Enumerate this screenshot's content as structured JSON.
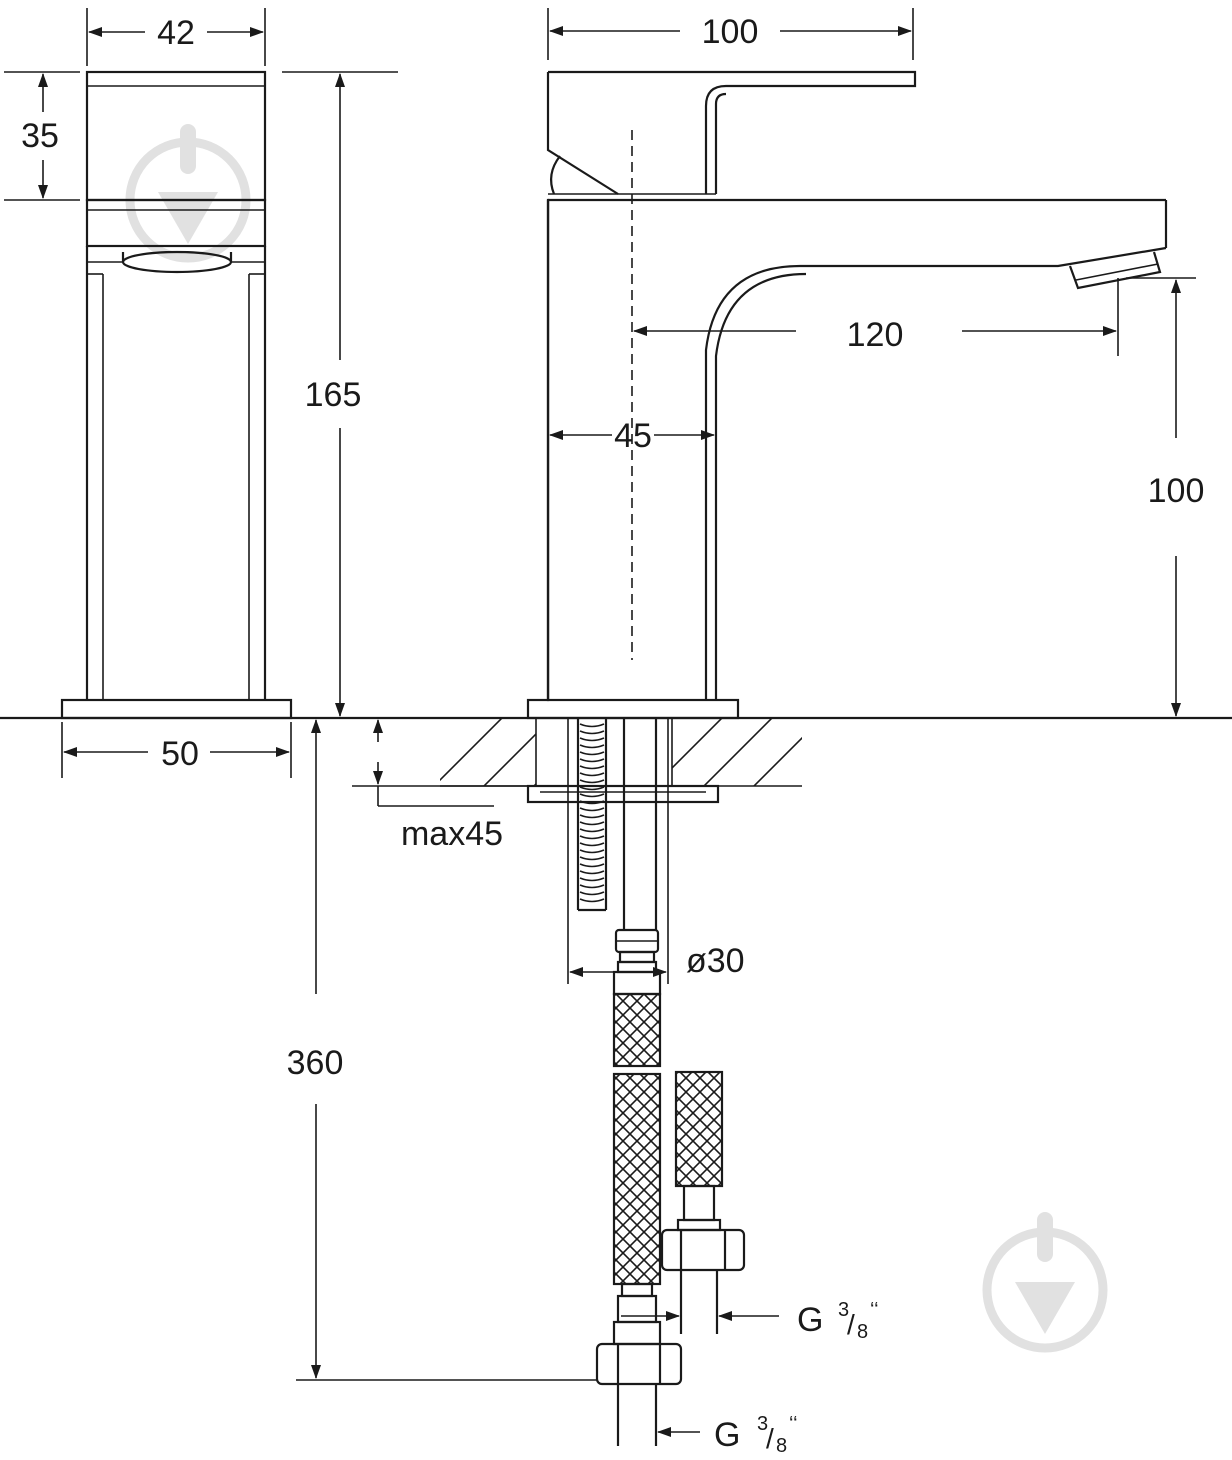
{
  "dimensions": {
    "width_top": "42",
    "height_lever": "35",
    "height_total": "165",
    "width_base": "50",
    "spout_height_top": "100",
    "spout_reach": "120",
    "body_width": "45",
    "spout_outlet_height": "100",
    "mount_depth": "max45",
    "hole_diameter": "ø30",
    "hose_length": "360",
    "thread_1": "G",
    "thread_2": "G",
    "thread_fraction_num": "3",
    "thread_fraction_den": "8",
    "thread_suffix": "‘‘"
  },
  "colors": {
    "line": "#1a1a1a",
    "watermark": "#e1e1e1",
    "background": "#ffffff"
  }
}
